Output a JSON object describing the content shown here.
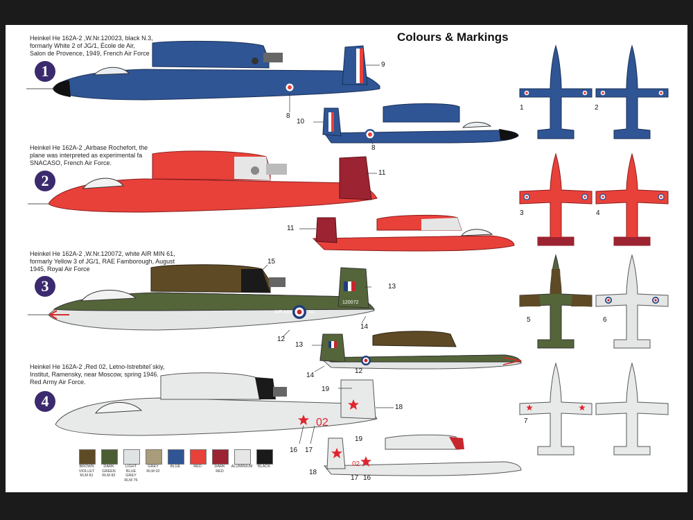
{
  "sheet": {
    "title": "Colours & Markings",
    "schemes": [
      {
        "number": "1",
        "caption": [
          "Heinkel He 162A-2 ,W.Nr.120023, black N.3,",
          "formarly White 2 of JG/1, École de Air,",
          "Salon de Provence, 1949, French Air Force"
        ]
      },
      {
        "number": "2",
        "caption": [
          "Heinkel He 162A-2 ,Airbase Rochefort, the",
          "plane was interpreted as experimental fa",
          "SNACASO, French Air Force."
        ]
      },
      {
        "number": "3",
        "caption": [
          "Heinkel He 162A-2 ,W.Nr.120072, white AIR MIN 61,",
          "formarly Yellow 3 of JG/1, RAE Famborough, August",
          "1945, Royal Air Force"
        ]
      },
      {
        "number": "4",
        "caption": [
          "Heinkel He 162A-2 ,Red 02, Letno-Istrebitel´skiy,",
          "Institut, Ramensky, near Moscow, spring 1946.",
          "Red Army Air Force."
        ]
      }
    ],
    "markings": {
      "raf_code": "AIR MIN",
      "raf_code_suffix": "61",
      "serial": "120072",
      "soviet_number": "02"
    },
    "callouts": [
      "1",
      "2",
      "3",
      "4",
      "5",
      "6",
      "7",
      "8",
      "8",
      "9",
      "10",
      "11",
      "11",
      "12",
      "12",
      "13",
      "13",
      "14",
      "14",
      "15",
      "16",
      "16",
      "17",
      "17",
      "18",
      "18",
      "19",
      "19"
    ],
    "legend": [
      {
        "label": [
          "BROWN",
          "VIOLLET",
          "RLM 81"
        ],
        "color": "#5e4b26"
      },
      {
        "label": [
          "DARK",
          "GREEN",
          "RLM 82"
        ],
        "color": "#4b5d33"
      },
      {
        "label": [
          "LIGHT",
          "BLUE",
          "GREY",
          "RLM 76"
        ],
        "color": "#dfe3e4"
      },
      {
        "label": [
          "GREY",
          "RLM 02"
        ],
        "color": "#a89c7a"
      },
      {
        "label": [
          "BLUE"
        ],
        "color": "#2f5595"
      },
      {
        "label": [
          "RED"
        ],
        "color": "#e8413a"
      },
      {
        "label": [
          "DARK",
          "RED"
        ],
        "color": "#9c2331"
      },
      {
        "label": [
          "ALUMINIUM"
        ],
        "color": "#e6e6e6"
      },
      {
        "label": [
          "BLACK"
        ],
        "color": "#1a1a1a"
      }
    ],
    "colors": {
      "blue": "#2f5595",
      "red": "#e8413a",
      "green": "#55653a",
      "brown": "#5e4b26",
      "grey": "#e4e6e6",
      "badge": "#3b2a6e"
    }
  }
}
